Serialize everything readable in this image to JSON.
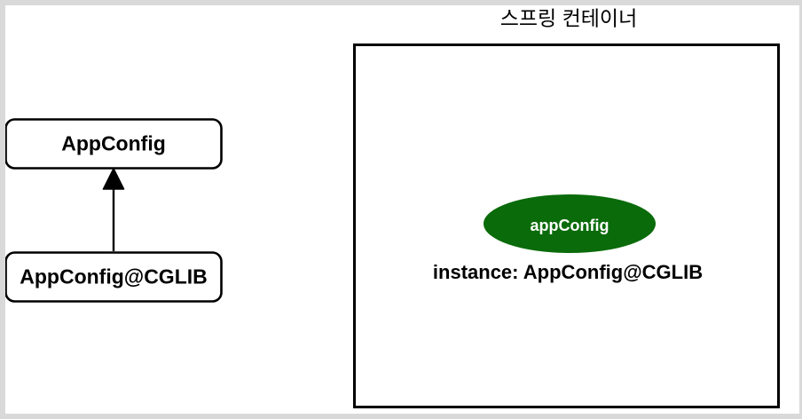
{
  "diagram": {
    "title": "스프링 컨테이너",
    "left_panel": {
      "class_box": {
        "label": "AppConfig",
        "shape": "rounded-rectangle"
      },
      "proxy_box": {
        "label": "AppConfig@CGLIB",
        "shape": "rounded-rectangle"
      },
      "relation": {
        "type": "generalization-arrow",
        "direction": "up",
        "from": "AppConfig@CGLIB",
        "to": "AppConfig"
      }
    },
    "container_panel": {
      "title": "스프링 컨테이너",
      "bean": {
        "name": "appConfig",
        "shape": "ellipse",
        "fill_color": "#0a6b0a",
        "text_color": "#ffffff",
        "instance_label": "instance: AppConfig@CGLIB"
      }
    },
    "colors": {
      "stroke": "#000000",
      "bean_fill": "#0a6b0a",
      "background": "#ffffff",
      "frame": "#d9d9d9"
    }
  }
}
